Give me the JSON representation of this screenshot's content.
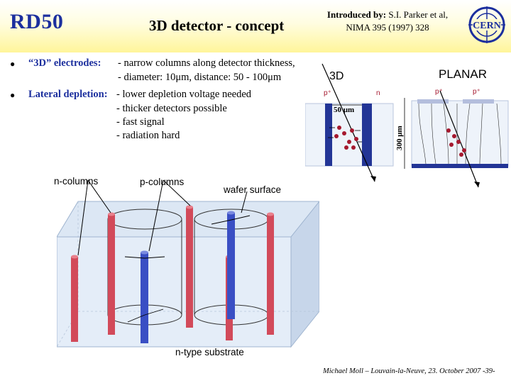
{
  "header": {
    "brand": "RD50",
    "title": "3D detector - concept",
    "intro_bold": "Introduced by:",
    "intro_text": " S.I. Parker et al, NIMA 395 (1997) 328",
    "logo_text": "CERN"
  },
  "bullets": [
    {
      "label": "“3D” electrodes:",
      "lines": [
        "- narrow columns along detector thickness,",
        "- diameter: 10μm,  distance: 50 - 100μm"
      ]
    },
    {
      "label": "Lateral depletion:",
      "lines": [
        "- lower depletion voltage needed",
        "- thicker detectors possible",
        "- fast signal",
        "- radiation hard"
      ]
    }
  ],
  "small_diagram": {
    "label_3d": "3D",
    "label_planar": "PLANAR",
    "p_plus": "p⁺",
    "n": "n",
    "dim_50": "50 μm",
    "dim_300": "300 μm"
  },
  "diagram": {
    "n_columns": "n-columns",
    "p_columns": "p-columns",
    "wafer_surface": "wafer surface",
    "substrate": "n-type substrate"
  },
  "footer": {
    "credit": "Michael Moll – Louvain-la-Neuve, 23. October 2007",
    "page": "-39-"
  },
  "colors": {
    "accent": "#1c2f9e",
    "n_column": "#3a4fc4",
    "p_column": "#d24a5a",
    "wafer": "#dce7f4",
    "particle": "#a5182e"
  }
}
